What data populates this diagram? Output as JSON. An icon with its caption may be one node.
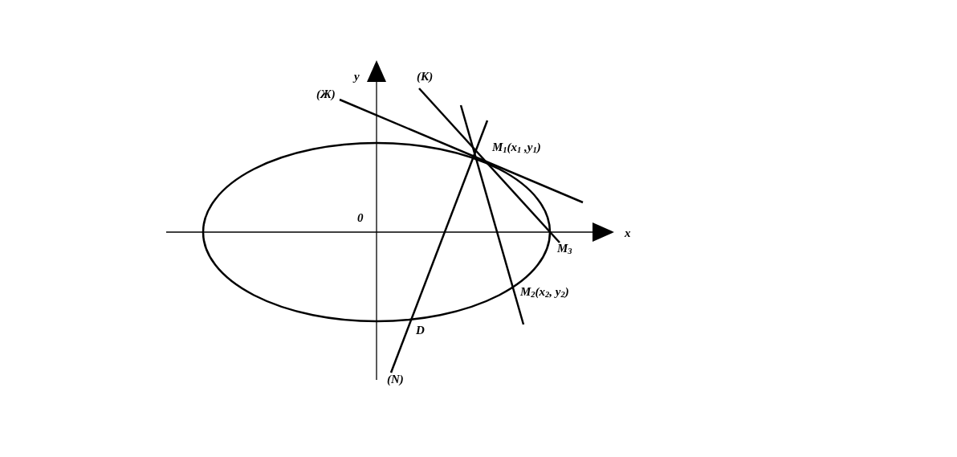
{
  "diagram": {
    "labels": [
      "y",
      "(К)",
      "(Ж)",
      "M$_{1}$(x$_{1}$ ,y$_{1}$)",
      "0",
      "x",
      "M$_{3}$",
      "M$_{2}$(x$_{2}$, y$_{2}$)",
      "D",
      "(N)"
    ]
  }
}
